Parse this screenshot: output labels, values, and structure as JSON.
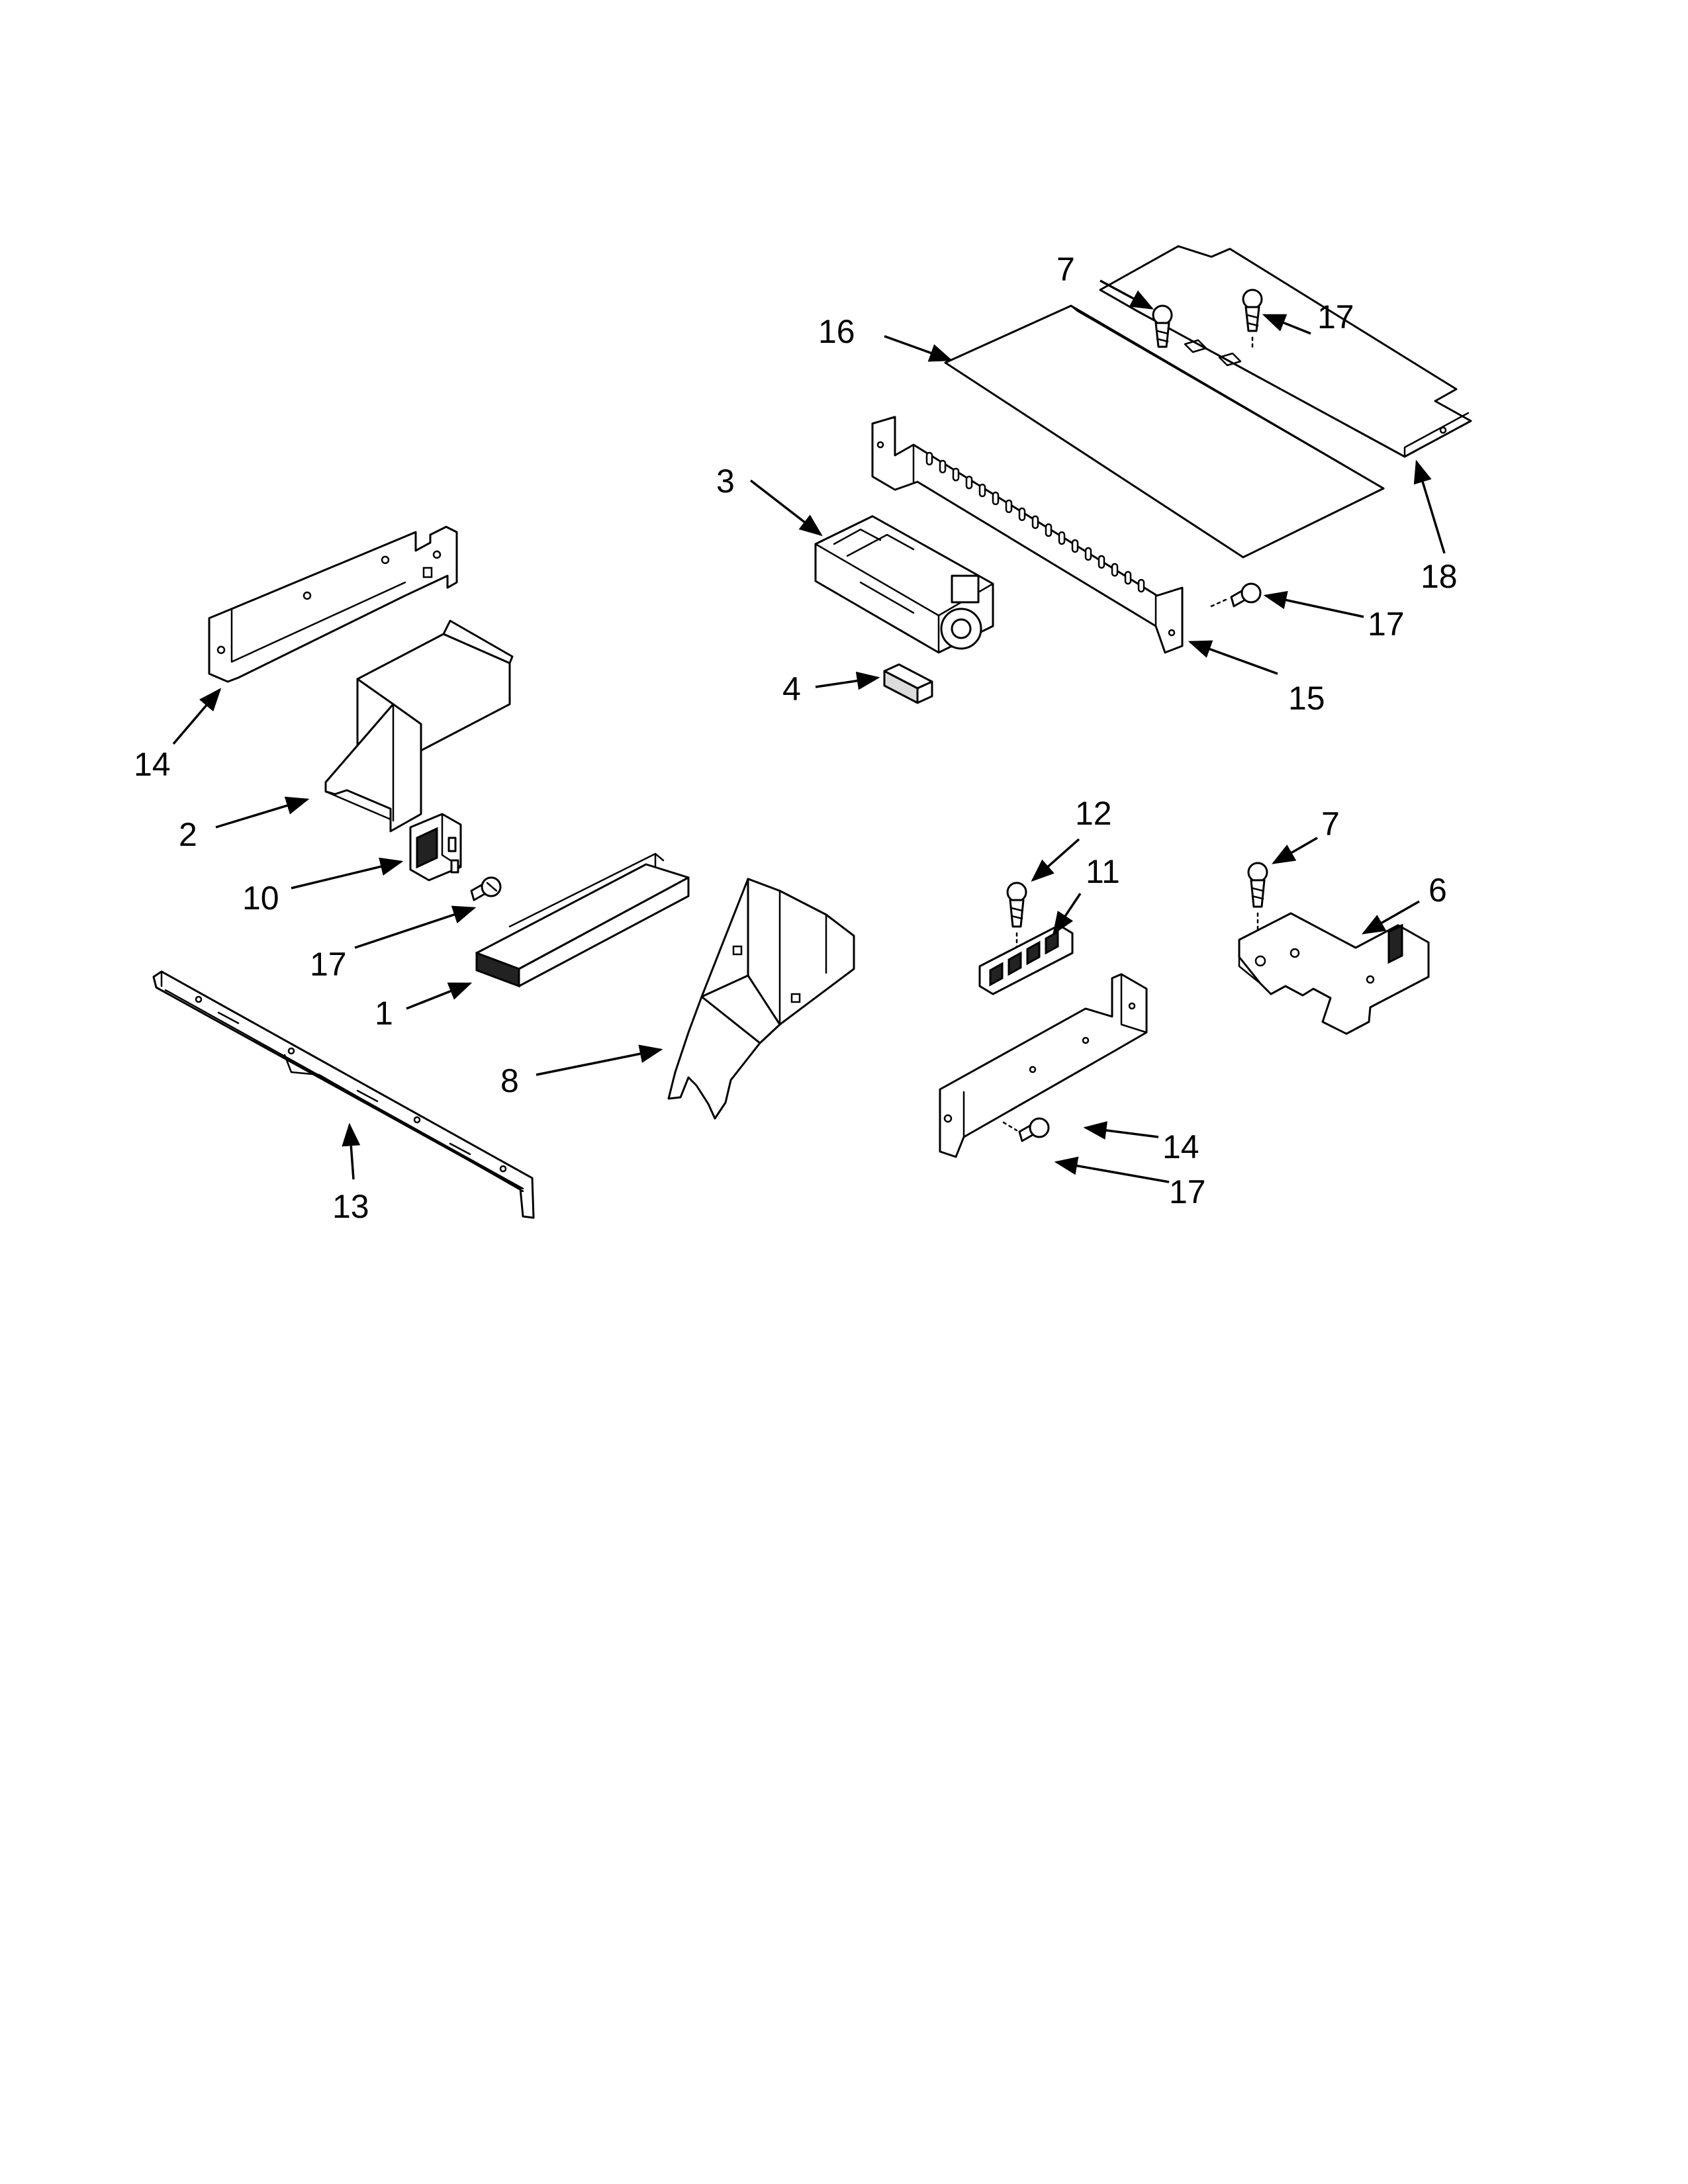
{
  "callouts": [
    {
      "id": "c1",
      "text": "1"
    },
    {
      "id": "c2",
      "text": "2"
    },
    {
      "id": "c3",
      "text": "3"
    },
    {
      "id": "c4",
      "text": "4"
    },
    {
      "id": "c6",
      "text": "6"
    },
    {
      "id": "c7a",
      "text": "7"
    },
    {
      "id": "c7b",
      "text": "7"
    },
    {
      "id": "c8",
      "text": "8"
    },
    {
      "id": "c10",
      "text": "10"
    },
    {
      "id": "c11",
      "text": "11"
    },
    {
      "id": "c12",
      "text": "12"
    },
    {
      "id": "c13",
      "text": "13"
    },
    {
      "id": "c14a",
      "text": "14"
    },
    {
      "id": "c14b",
      "text": "14"
    },
    {
      "id": "c15",
      "text": "15"
    },
    {
      "id": "c16",
      "text": "16"
    },
    {
      "id": "c17a",
      "text": "17"
    },
    {
      "id": "c17b",
      "text": "17"
    },
    {
      "id": "c17c",
      "text": "17"
    },
    {
      "id": "c17d",
      "text": "17"
    },
    {
      "id": "c18",
      "text": "18"
    }
  ]
}
